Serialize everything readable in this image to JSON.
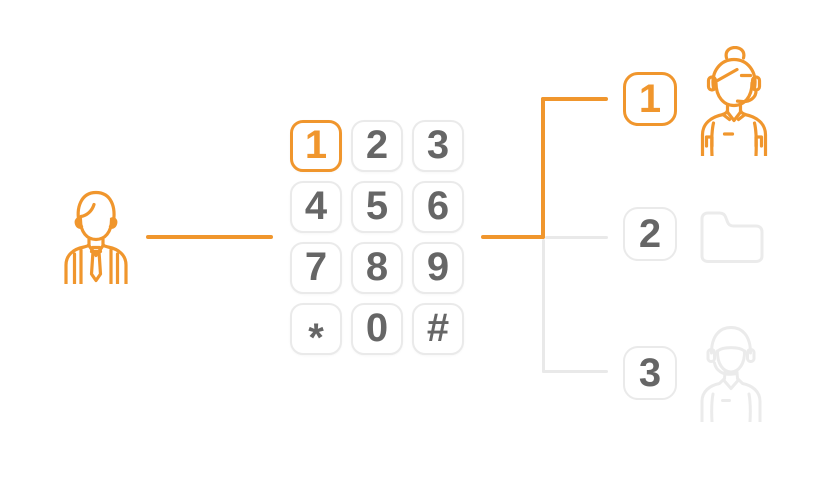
{
  "colors": {
    "accent": "#F0962D",
    "digit": "#666666",
    "key-border": "#EAEAEA",
    "muted-line": "#E9E9E9",
    "muted-icon": "#EBEBEB",
    "background": "#FFFFFF"
  },
  "caller": {
    "icon": "caller-icon"
  },
  "keypad": {
    "keys": [
      "1",
      "2",
      "3",
      "4",
      "5",
      "6",
      "7",
      "8",
      "9",
      "*",
      "0",
      "#"
    ],
    "pressed_key": "1"
  },
  "menu": {
    "options": [
      {
        "key": "1",
        "state": "selected",
        "icon": "support-agent-female-icon"
      },
      {
        "key": "2",
        "state": "inactive",
        "icon": "folder-icon"
      },
      {
        "key": "3",
        "state": "inactive",
        "icon": "support-agent-male-icon"
      }
    ]
  }
}
